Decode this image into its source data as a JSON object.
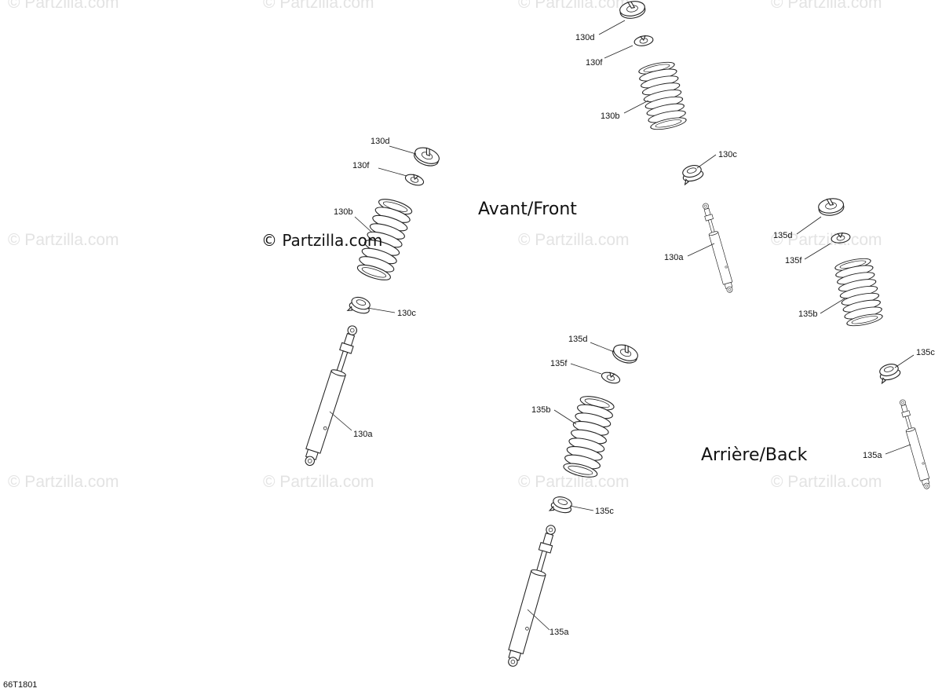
{
  "watermark": "© Partzilla.com",
  "brand": "© Partzilla.com",
  "titles": {
    "front": "Avant/Front",
    "back": "Arrière/Back"
  },
  "diagram_code": "66T1801",
  "callouts": {
    "c130d_a": "130d",
    "c130f_a": "130f",
    "c130b_a": "130b",
    "c130c_a": "130c",
    "c130a_a": "130a",
    "c130d_b": "130d",
    "c130f_b": "130f",
    "c130b_b": "130b",
    "c130c_b": "130c",
    "c130a_b": "130a",
    "c135d_a": "135d",
    "c135f_a": "135f",
    "c135b_a": "135b",
    "c135c_a": "135c",
    "c135a_a": "135a",
    "c135d_b": "135d",
    "c135f_b": "135f",
    "c135b_b": "135b",
    "c135c_b": "135c",
    "c135a_b": "135a"
  }
}
